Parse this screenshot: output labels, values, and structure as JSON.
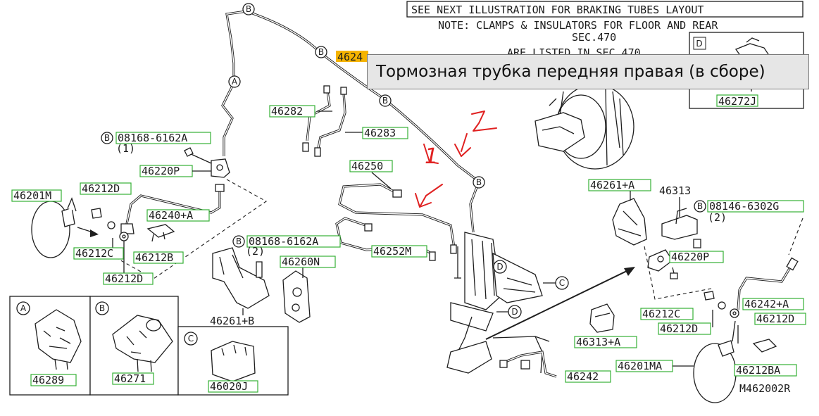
{
  "header": {
    "line1": "SEE NEXT ILLUSTRATION FOR BRAKING TUBES LAYOUT",
    "line2": "NOTE: CLAMPS & INSULATORS FOR FLOOR AND REAR",
    "line3": "SEC.470",
    "line4": "ARE LISTED IN SEC.470"
  },
  "tooltip": {
    "text": "Тормозная трубка передняя правая (в сборе)"
  },
  "highlighted_part": "4624",
  "inset": {
    "letter": "D",
    "part": "46272J"
  },
  "detail_boxes": [
    {
      "letter": "A",
      "part": "46289"
    },
    {
      "letter": "B",
      "part": "46271"
    },
    {
      "letter": "C",
      "part": "46020J"
    }
  ],
  "callouts": {
    "top_b1": "B",
    "top_b2": "B",
    "top_b3": "B",
    "top_b4": "B",
    "top_a": "A",
    "mid_c": "C",
    "mid_d1": "D",
    "mid_d2": "D",
    "bolt_b1": "B",
    "bolt_b2": "B",
    "bolt_b3": "B"
  },
  "labels": {
    "bolt_left": "08168-6162A",
    "bolt_left_qty": "(1)",
    "bolt_mid": "08168-6162A",
    "bolt_mid_qty": "(2)",
    "bolt_right": "08146-6302G",
    "bolt_right_qty": "(2)",
    "p46282": "46282",
    "p46283": "46283",
    "p46250": "46250",
    "p46252m": "46252M",
    "p46220p_l": "46220P",
    "p46240a": "46240+A",
    "p46201m": "46201M",
    "p46212d_l1": "46212D",
    "p46212c_l": "46212C",
    "p46212b": "46212B",
    "p46212d_l2": "46212D",
    "p46261b": "46261+B",
    "p46260n": "46260N",
    "p46261a": "46261+A",
    "p46313": "46313",
    "p46220p_r": "46220P",
    "p46212c_r": "46212C",
    "p46212d_r1": "46212D",
    "p46242a": "46242+A",
    "p46212d_r2": "46212D",
    "p46313a": "46313+A",
    "p46201ma": "46201MA",
    "p46212ba": "46212BA",
    "p46242": "46242",
    "diagram_code": "M462002R"
  },
  "annotations": {
    "arrow1": "1",
    "arrow2": "2"
  }
}
